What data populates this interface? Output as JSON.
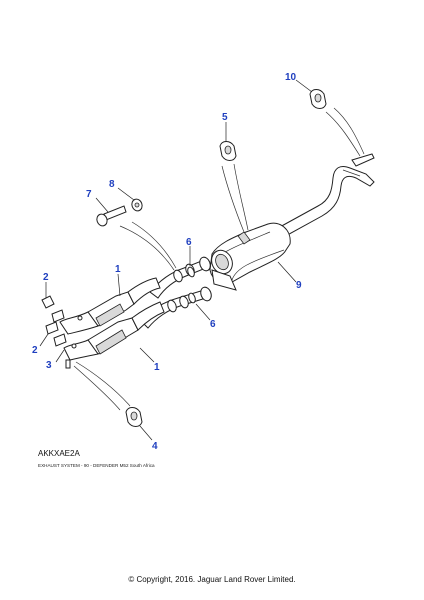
{
  "diagram": {
    "reference_code": "AKKXAE2A",
    "caption": "EXHAUST SYSTEM - 90 - DEFENDER M52 South Africa",
    "copyright": "© Copyright, 2016. Jaguar Land Rover Limited.",
    "callouts": {
      "c10": "10",
      "c5": "5",
      "c8": "8",
      "c7": "7",
      "c6a": "6",
      "c1a": "1",
      "c2a": "2",
      "c9": "9",
      "c6b": "6",
      "c2b": "2",
      "c3": "3",
      "c1b": "1",
      "c4": "4"
    },
    "accent_color": "#1f3fbf"
  }
}
